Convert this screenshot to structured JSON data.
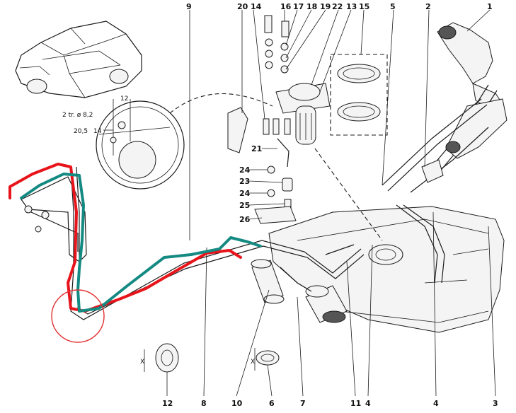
{
  "callouts": [
    "20",
    "14",
    "16",
    "17",
    "18",
    "19",
    "22",
    "13",
    "15",
    "9",
    "5",
    "2",
    "1",
    "24",
    "23",
    "24",
    "25",
    "26",
    "21",
    "12",
    "8",
    "10",
    "6",
    "7",
    "11",
    "4",
    "4",
    "3"
  ],
  "dimensions": {
    "d12": "12",
    "dtr": "2 tr. ø 8,2",
    "d205": "20,5",
    "d14": "14"
  },
  "axis_letter": "X",
  "overlay_colors": {
    "red_route": "#e8141b",
    "teal_route": "#148a82",
    "highlight_circle": "#e23030"
  }
}
